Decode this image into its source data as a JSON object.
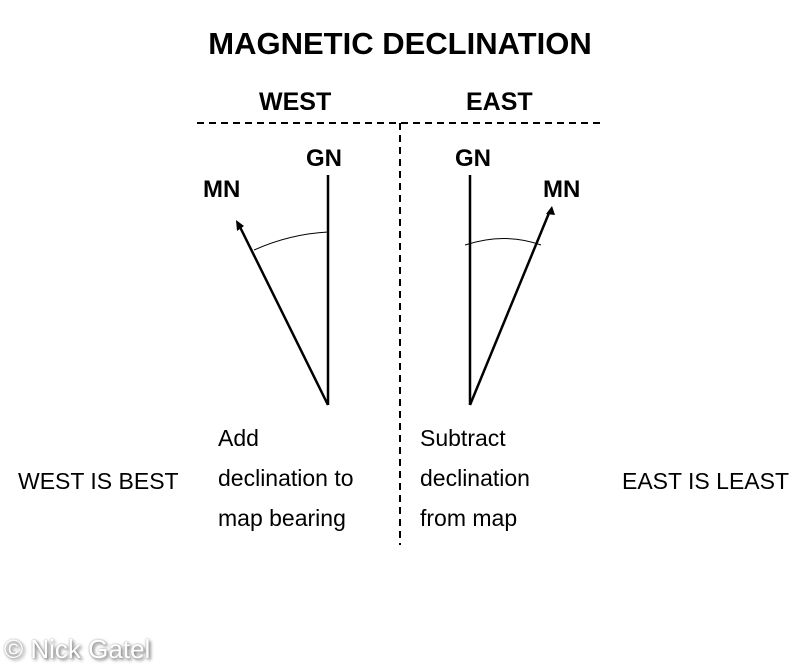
{
  "title": "MAGNETIC DECLINATION",
  "headers": {
    "west": "WEST",
    "east": "EAST"
  },
  "labels": {
    "west_gn": "GN",
    "west_mn": "MN",
    "east_gn": "GN",
    "east_mn": "MN"
  },
  "west_instruction": [
    "Add",
    "declination to",
    "map bearing"
  ],
  "east_instruction": [
    "Subtract",
    "declination",
    "from map"
  ],
  "west_mnemonic": "WEST IS BEST",
  "east_mnemonic": "EAST IS LEAST",
  "watermark": "© Nick Gatel"
}
